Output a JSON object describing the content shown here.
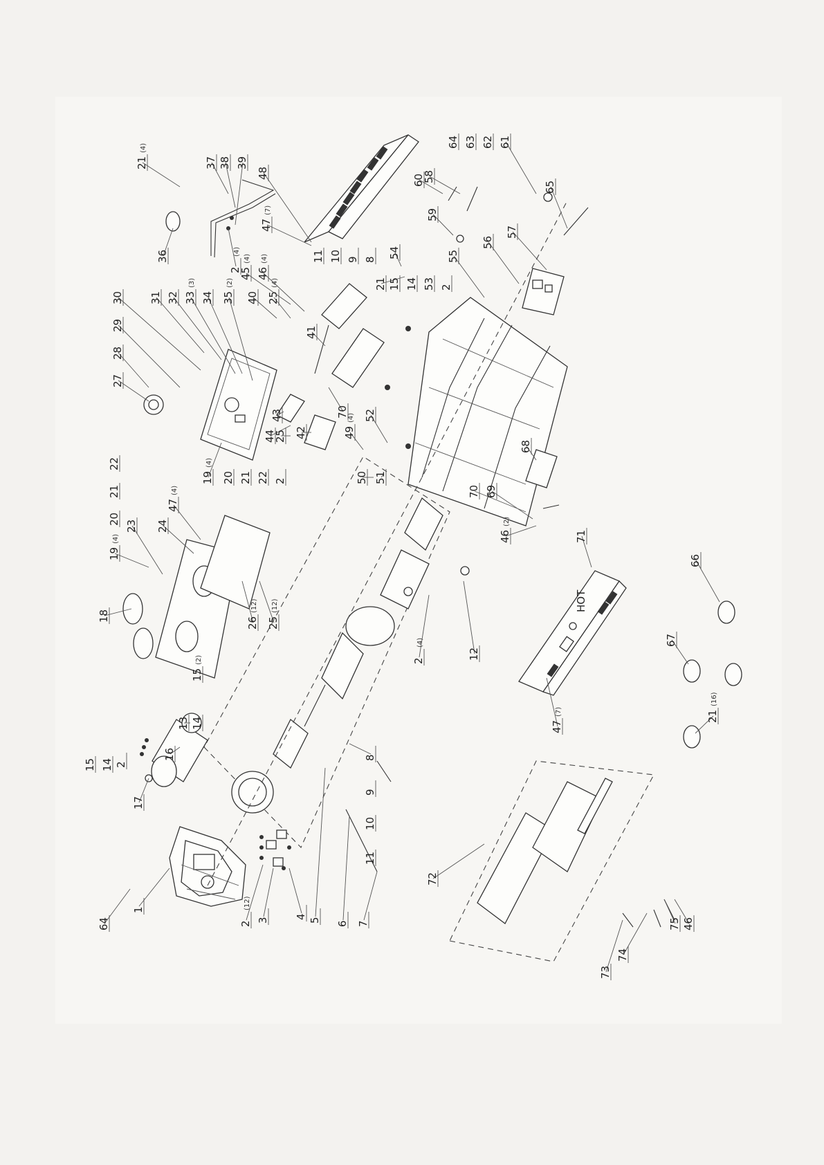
{
  "diagram": {
    "callouts": [
      {
        "id": "c64a",
        "num": "64",
        "qty": ""
      },
      {
        "id": "c1",
        "num": "1",
        "qty": ""
      },
      {
        "id": "c2a",
        "num": "2",
        "qty": "(12)"
      },
      {
        "id": "c3",
        "num": "3",
        "qty": ""
      },
      {
        "id": "c4",
        "num": "4",
        "qty": ""
      },
      {
        "id": "c5",
        "num": "5",
        "qty": ""
      },
      {
        "id": "c6",
        "num": "6",
        "qty": ""
      },
      {
        "id": "c7",
        "num": "7",
        "qty": ""
      },
      {
        "id": "c11a",
        "num": "11",
        "qty": ""
      },
      {
        "id": "c10a",
        "num": "10",
        "qty": ""
      },
      {
        "id": "c9a",
        "num": "9",
        "qty": ""
      },
      {
        "id": "c8a",
        "num": "8",
        "qty": ""
      },
      {
        "id": "c17",
        "num": "17",
        "qty": ""
      },
      {
        "id": "c15a",
        "num": "15",
        "qty": ""
      },
      {
        "id": "c14a",
        "num": "14",
        "qty": ""
      },
      {
        "id": "c2b",
        "num": "2",
        "qty": ""
      },
      {
        "id": "c16",
        "num": "16",
        "qty": ""
      },
      {
        "id": "c13",
        "num": "13",
        "qty": ""
      },
      {
        "id": "c14b",
        "num": "14",
        "qty": ""
      },
      {
        "id": "c15b",
        "num": "15",
        "qty": "(2)"
      },
      {
        "id": "c18",
        "num": "18",
        "qty": ""
      },
      {
        "id": "c19a",
        "num": "19",
        "qty": "(4)"
      },
      {
        "id": "c20a",
        "num": "20",
        "qty": ""
      },
      {
        "id": "c21a",
        "num": "21",
        "qty": ""
      },
      {
        "id": "c22a",
        "num": "22",
        "qty": ""
      },
      {
        "id": "c23",
        "num": "23",
        "qty": ""
      },
      {
        "id": "c24",
        "num": "24",
        "qty": ""
      },
      {
        "id": "c47a",
        "num": "47",
        "qty": "(4)"
      },
      {
        "id": "c26",
        "num": "26",
        "qty": "(12)"
      },
      {
        "id": "c25a",
        "num": "25",
        "qty": "(12)"
      },
      {
        "id": "c2c",
        "num": "2",
        "qty": "(4)"
      },
      {
        "id": "c12",
        "num": "12",
        "qty": ""
      },
      {
        "id": "c19b",
        "num": "19",
        "qty": "(4)"
      },
      {
        "id": "c20b",
        "num": "20",
        "qty": ""
      },
      {
        "id": "c21b",
        "num": "21",
        "qty": ""
      },
      {
        "id": "c22b",
        "num": "22",
        "qty": ""
      },
      {
        "id": "c2d",
        "num": "2",
        "qty": ""
      },
      {
        "id": "c27",
        "num": "27",
        "qty": ""
      },
      {
        "id": "c28",
        "num": "28",
        "qty": ""
      },
      {
        "id": "c29",
        "num": "29",
        "qty": ""
      },
      {
        "id": "c30",
        "num": "30",
        "qty": ""
      },
      {
        "id": "c31",
        "num": "31",
        "qty": ""
      },
      {
        "id": "c32",
        "num": "32",
        "qty": ""
      },
      {
        "id": "c33",
        "num": "33",
        "qty": "(3)"
      },
      {
        "id": "c34",
        "num": "34",
        "qty": ""
      },
      {
        "id": "c35",
        "num": "35",
        "qty": "(2)"
      },
      {
        "id": "c40",
        "num": "40",
        "qty": ""
      },
      {
        "id": "c25b",
        "num": "25",
        "qty": "(4)"
      },
      {
        "id": "c45",
        "num": "45",
        "qty": "(4)"
      },
      {
        "id": "c46a",
        "num": "46",
        "qty": "(4)"
      },
      {
        "id": "c41",
        "num": "41",
        "qty": ""
      },
      {
        "id": "c43",
        "num": "43",
        "qty": ""
      },
      {
        "id": "c44",
        "num": "44",
        "qty": ""
      },
      {
        "id": "c25c",
        "num": "25",
        "qty": ""
      },
      {
        "id": "c42",
        "num": "42",
        "qty": ""
      },
      {
        "id": "c70a",
        "num": "70",
        "qty": ""
      },
      {
        "id": "c49",
        "num": "49",
        "qty": "(4)"
      },
      {
        "id": "c52",
        "num": "52",
        "qty": ""
      },
      {
        "id": "c50",
        "num": "50",
        "qty": ""
      },
      {
        "id": "c51",
        "num": "51",
        "qty": ""
      },
      {
        "id": "c36",
        "num": "36",
        "qty": ""
      },
      {
        "id": "c2e",
        "num": "2",
        "qty": "(4)"
      },
      {
        "id": "c21c",
        "num": "21",
        "qty": "(4)"
      },
      {
        "id": "c37",
        "num": "37",
        "qty": ""
      },
      {
        "id": "c38",
        "num": "38",
        "qty": ""
      },
      {
        "id": "c39",
        "num": "39",
        "qty": ""
      },
      {
        "id": "c48",
        "num": "48",
        "qty": ""
      },
      {
        "id": "c47b",
        "num": "47",
        "qty": "(7)"
      },
      {
        "id": "c11b",
        "num": "11",
        "qty": ""
      },
      {
        "id": "c10b",
        "num": "10",
        "qty": ""
      },
      {
        "id": "c9b",
        "num": "9",
        "qty": ""
      },
      {
        "id": "c8b",
        "num": "8",
        "qty": ""
      },
      {
        "id": "c54",
        "num": "54",
        "qty": ""
      },
      {
        "id": "c21d",
        "num": "21",
        "qty": ""
      },
      {
        "id": "c15c",
        "num": "15",
        "qty": ""
      },
      {
        "id": "c14c",
        "num": "14",
        "qty": ""
      },
      {
        "id": "c53",
        "num": "53",
        "qty": ""
      },
      {
        "id": "c2f",
        "num": "2",
        "qty": ""
      },
      {
        "id": "c55",
        "num": "55",
        "qty": ""
      },
      {
        "id": "c60",
        "num": "60",
        "qty": ""
      },
      {
        "id": "c58",
        "num": "58",
        "qty": ""
      },
      {
        "id": "c59",
        "num": "59",
        "qty": ""
      },
      {
        "id": "c56",
        "num": "56",
        "qty": ""
      },
      {
        "id": "c57",
        "num": "57",
        "qty": ""
      },
      {
        "id": "c64b",
        "num": "64",
        "qty": ""
      },
      {
        "id": "c63",
        "num": "63",
        "qty": ""
      },
      {
        "id": "c62",
        "num": "62",
        "qty": ""
      },
      {
        "id": "c61",
        "num": "61",
        "qty": ""
      },
      {
        "id": "c65",
        "num": "65",
        "qty": ""
      },
      {
        "id": "c68",
        "num": "68",
        "qty": ""
      },
      {
        "id": "c70b",
        "num": "70",
        "qty": ""
      },
      {
        "id": "c69",
        "num": "69",
        "qty": ""
      },
      {
        "id": "c46b",
        "num": "46",
        "qty": "(2)"
      },
      {
        "id": "c71",
        "num": "71",
        "qty": ""
      },
      {
        "id": "c47c",
        "num": "47",
        "qty": "(7)"
      },
      {
        "id": "c66",
        "num": "66",
        "qty": ""
      },
      {
        "id": "c67",
        "num": "67",
        "qty": ""
      },
      {
        "id": "c21e",
        "num": "21",
        "qty": "(16)"
      },
      {
        "id": "c72",
        "num": "72",
        "qty": ""
      },
      {
        "id": "c73",
        "num": "73",
        "qty": ""
      },
      {
        "id": "c74",
        "num": "74",
        "qty": ""
      },
      {
        "id": "c75",
        "num": "75",
        "qty": ""
      },
      {
        "id": "c46c",
        "num": "46",
        "qty": ""
      }
    ],
    "panel_text": "HOT"
  }
}
